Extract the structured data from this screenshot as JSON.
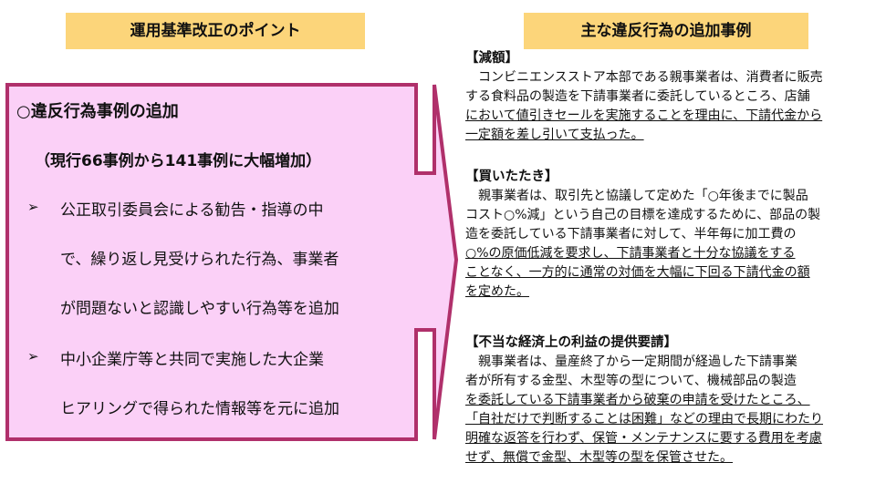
{
  "left": {
    "header": "運用基準改正のポイント",
    "title": "○違反行為事例の追加",
    "subtitle": "（現行66事例から141事例に大幅増加）",
    "bullet_glyph": "➢",
    "bullets": [
      {
        "lines": [
          "公正取引委員会による勧告・指導の中",
          "で、繰り返し見受けられた行為、事業者",
          "が問題ないと認識しやすい行為等を追加"
        ]
      },
      {
        "lines": [
          "中小企業庁等と共同で実施した大企業",
          "ヒアリングで得られた情報等を元に追加"
        ]
      }
    ],
    "colors": {
      "header_bg": "#fcd57a",
      "panel_fill": "#fbd0f7",
      "panel_border": "#b0306b"
    }
  },
  "right": {
    "header": "主な違反行為の追加事例",
    "sections": [
      {
        "title": "【減額】",
        "lines": [
          "　コンビニエンスストア本部である親事業者は、消費者に販売",
          "する食料品の製造を下請事業者に委託しているところ、店舗",
          "において値引きセールを実施することを理由に、下請代金から",
          "一定額を差し引いて支払った。"
        ]
      },
      {
        "title": "【買いたたき】",
        "lines": [
          "　親事業者は、取引先と協議して定めた「○年後までに製品",
          "コスト○%減」という自己の目標を達成するために、部品の製",
          "造を委託している下請事業者に対して、半年毎に加工費の",
          "○%の原価低減を要求し、下請事業者と十分な協議をする",
          "ことなく、一方的に通常の対価を大幅に下回る下請代金の額",
          "を定めた。"
        ]
      },
      {
        "title": "【不当な経済上の利益の提供要請】",
        "lines": [
          "　親事業者は、量産終了から一定期間が経過した下請事業",
          "者が所有する金型、木型等の型について、機械部品の製造",
          "を委託している下請事業者から破棄の申請を受けたところ、",
          "「自社だけで判断することは困難」などの理由で長期にわたり",
          "明確な返答を行わず、保管・メンテナンスに要する費用を考慮",
          "せず、無償で金型、木型等の型を保管させた。"
        ]
      }
    ]
  }
}
